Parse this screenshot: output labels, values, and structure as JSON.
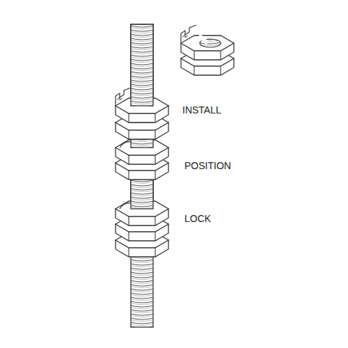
{
  "diagram": {
    "labels": [
      "INSTALL",
      "POSITION",
      "LOCK"
    ]
  }
}
